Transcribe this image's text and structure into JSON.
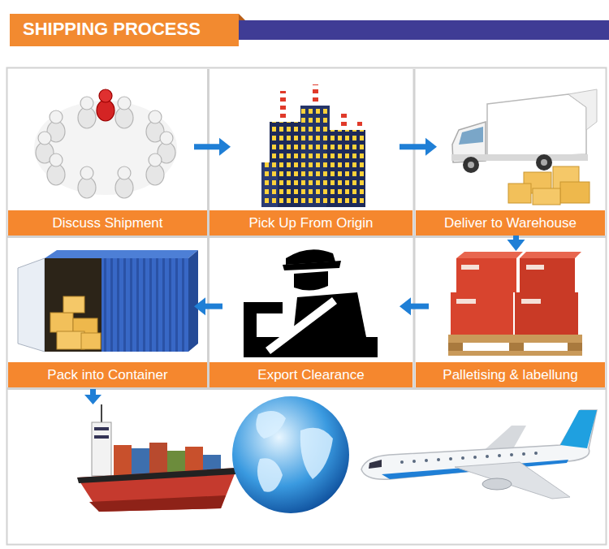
{
  "diagram": {
    "title": "SHIPPING PROCESS",
    "nodes": [
      {
        "text": [
          "Discuss Shipment"
        ]
      },
      {
        "text": [
          "Pick Up From Origin"
        ]
      },
      {
        "text": [
          "Deliver to Warehouse"
        ]
      },
      {
        "text": [
          "Palletising & labellung"
        ]
      },
      {
        "text": [
          "Export Clearance"
        ]
      },
      {
        "text": [
          "Pack into Container"
        ]
      }
    ],
    "edges": [
      {
        "from": 0,
        "to": 1,
        "arrow": "to"
      },
      {
        "from": 1,
        "to": 2,
        "arrow": "to"
      },
      {
        "from": 2,
        "to": 3,
        "arrow": "to"
      },
      {
        "from": 3,
        "to": 4,
        "arrow": "to"
      },
      {
        "from": 4,
        "to": 5,
        "arrow": "to"
      }
    ]
  }
}
